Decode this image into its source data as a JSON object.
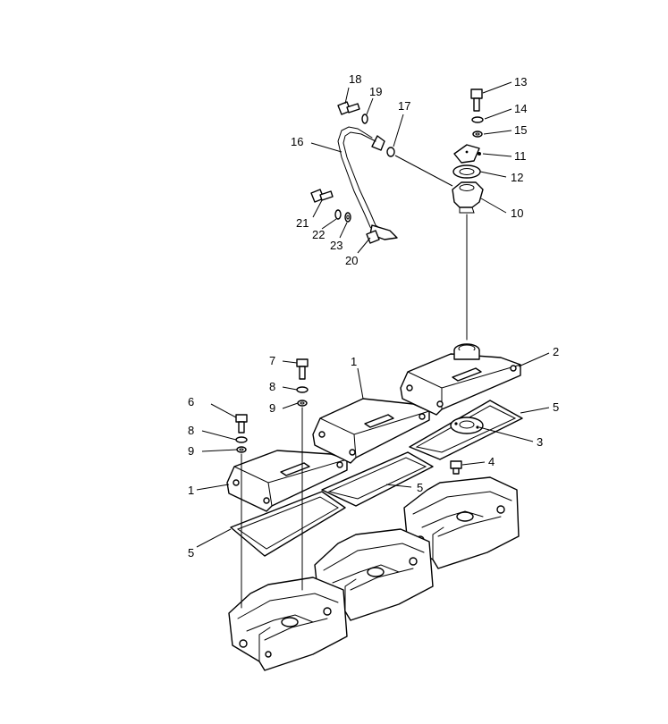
{
  "callouts": [
    {
      "id": "c1a",
      "text": "1"
    },
    {
      "id": "c1b",
      "text": "1"
    },
    {
      "id": "c2",
      "text": "2"
    },
    {
      "id": "c3",
      "text": "3"
    },
    {
      "id": "c4",
      "text": "4"
    },
    {
      "id": "c5a",
      "text": "5"
    },
    {
      "id": "c5b",
      "text": "5"
    },
    {
      "id": "c5c",
      "text": "5"
    },
    {
      "id": "c6",
      "text": "6"
    },
    {
      "id": "c7",
      "text": "7"
    },
    {
      "id": "c8a",
      "text": "8"
    },
    {
      "id": "c8b",
      "text": "8"
    },
    {
      "id": "c9a",
      "text": "9"
    },
    {
      "id": "c9b",
      "text": "9"
    },
    {
      "id": "c10",
      "text": "10"
    },
    {
      "id": "c11",
      "text": "11"
    },
    {
      "id": "c12",
      "text": "12"
    },
    {
      "id": "c13",
      "text": "13"
    },
    {
      "id": "c14",
      "text": "14"
    },
    {
      "id": "c15",
      "text": "15"
    },
    {
      "id": "c16",
      "text": "16"
    },
    {
      "id": "c17",
      "text": "17"
    },
    {
      "id": "c18",
      "text": "18"
    },
    {
      "id": "c19",
      "text": "19"
    },
    {
      "id": "c20",
      "text": "20"
    },
    {
      "id": "c21",
      "text": "21"
    },
    {
      "id": "c22",
      "text": "22"
    },
    {
      "id": "c23",
      "text": "23"
    }
  ]
}
